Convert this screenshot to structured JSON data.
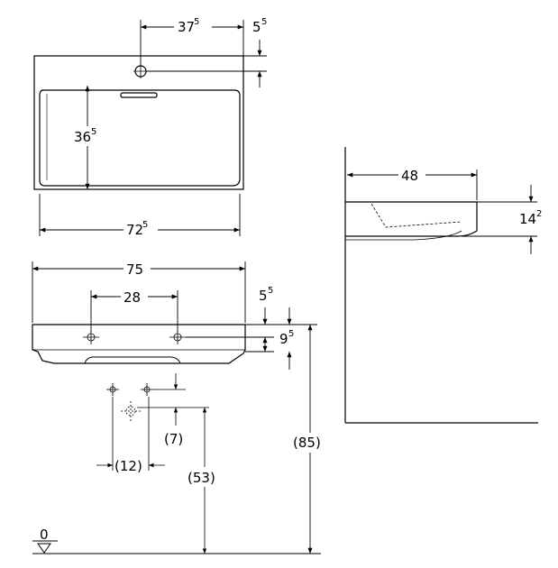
{
  "dimensions": {
    "top_tap_offset": {
      "value": "37",
      "sup": "5"
    },
    "top_tap_depth": {
      "value": "5",
      "sup": "5"
    },
    "bowl_depth": {
      "value": "36",
      "sup": "5"
    },
    "bowl_width": {
      "value": "72",
      "sup": "5"
    },
    "overall_width": {
      "value": "75"
    },
    "mounting_spacing": {
      "value": "28"
    },
    "front_upper_offset": {
      "value": "5",
      "sup": "5"
    },
    "front_rim_height": {
      "value": "9",
      "sup": "5"
    },
    "mount_below": {
      "value": "(7)"
    },
    "mount_spacing_lower": {
      "value": "(12)"
    },
    "drain_height": {
      "value": "(53)"
    },
    "rim_height": {
      "value": "(85)"
    },
    "floor_level": {
      "value": "0"
    },
    "side_depth": {
      "value": "48"
    },
    "side_height": {
      "value": "14",
      "sup": "2"
    }
  },
  "colors": {
    "line": "#000000",
    "background": "#ffffff"
  }
}
